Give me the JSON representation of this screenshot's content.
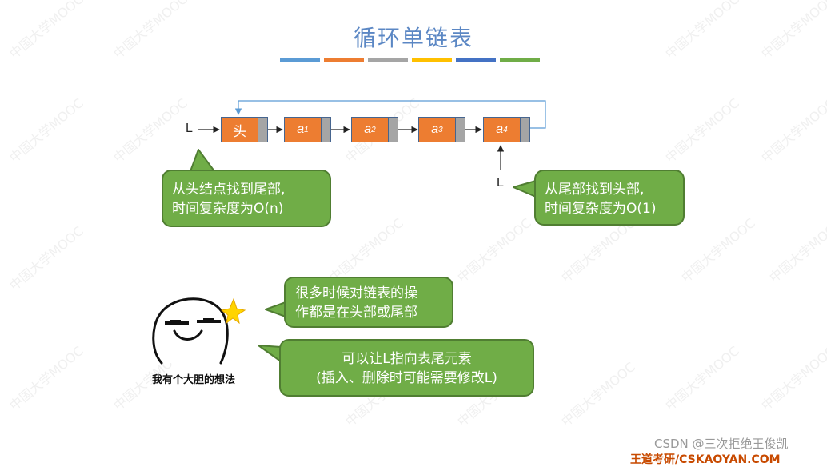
{
  "title": "循环单链表",
  "color_bars": [
    "#5b9bd5",
    "#ed7d31",
    "#a5a5a5",
    "#ffc000",
    "#4472c4",
    "#70ad47"
  ],
  "diagram": {
    "head_pointer_label": "L",
    "tail_pointer_label": "L",
    "nodes": [
      {
        "text": "头",
        "type": "head"
      },
      {
        "text": "a",
        "sub": "1"
      },
      {
        "text": "a",
        "sub": "2"
      },
      {
        "text": "a",
        "sub": "3"
      },
      {
        "text": "a",
        "sub": "4"
      }
    ]
  },
  "bubbles": {
    "left": [
      "从头结点找到尾部,",
      "时间复杂度为O(n)"
    ],
    "right": [
      "从尾部找到头部,",
      "时间复杂度为O(1)"
    ],
    "idea": [
      "很多时候对链表的操",
      "作都是在头部或尾部"
    ],
    "proposal": [
      "可以让L指向表尾元素",
      "(插入、删除时可能需要修改L)"
    ]
  },
  "mascot_caption": "我有个大胆的想法",
  "watermark_text": "中国大学MOOC",
  "credit": "CSDN @三次拒绝王俊凯",
  "credit2": "王道考研/CSKAOYAN.COM"
}
